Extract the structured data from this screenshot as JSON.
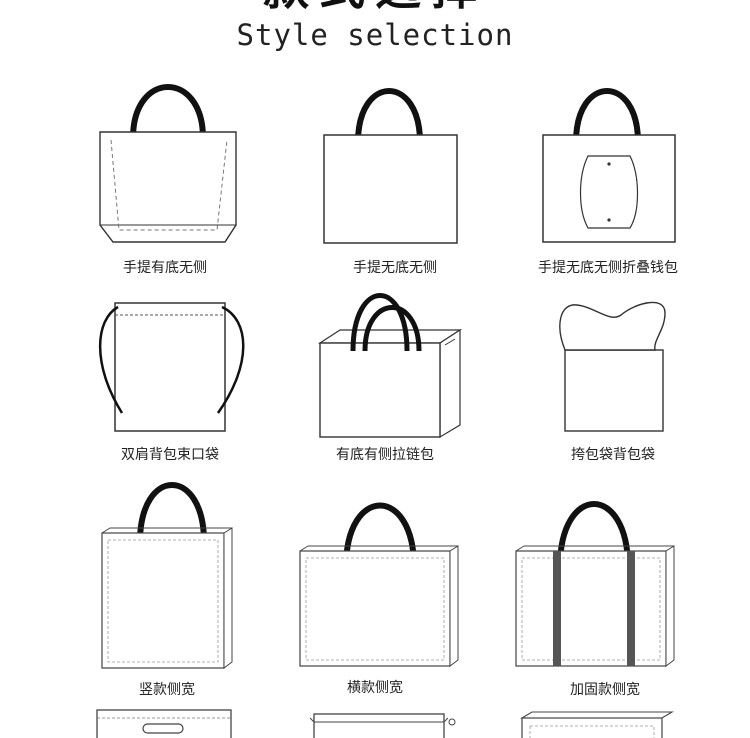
{
  "header": {
    "title_cn": "款式选择",
    "title_en": "Style selection"
  },
  "colors": {
    "outline": "#333333",
    "handle": "#111111",
    "dashed": "#777777"
  },
  "styles": [
    {
      "label": "手提有底无侧"
    },
    {
      "label": "手提无底无侧"
    },
    {
      "label": "手提无底无侧折叠钱包"
    },
    {
      "label": "双肩背包束口袋"
    },
    {
      "label": "有底有侧拉链包"
    },
    {
      "label": "挎包袋背包袋"
    },
    {
      "label": "竖款侧宽"
    },
    {
      "label": "横款侧宽"
    },
    {
      "label": "加固款侧宽"
    }
  ]
}
